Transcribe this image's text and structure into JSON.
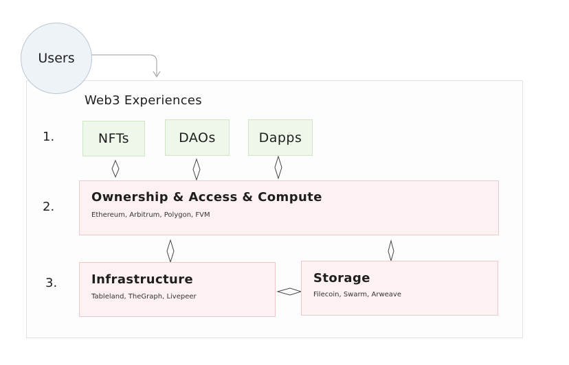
{
  "users": {
    "label": "Users"
  },
  "container": {
    "title": "Web3 Experiences"
  },
  "rows": {
    "r1": "1.",
    "r2": "2.",
    "r3": "3."
  },
  "experiences": [
    "NFTs",
    "DAOs",
    "Dapps"
  ],
  "ownership": {
    "title": "Ownership & Access & Compute",
    "subtitle": "Ethereum, Arbitrum, Polygon, FVM"
  },
  "infrastructure": {
    "title": "Infrastructure",
    "subtitle": "Tableland, TheGraph, Livepeer"
  },
  "storage": {
    "title": "Storage",
    "subtitle": "Filecoin, Swarm, Arweave"
  },
  "colors": {
    "green_fill": "#eef7ea",
    "pink_fill": "#fdf1f1",
    "users_fill": "#eef3f8"
  }
}
